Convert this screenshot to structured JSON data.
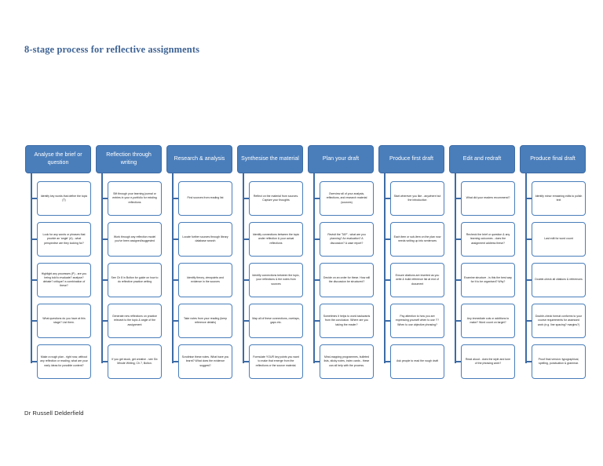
{
  "document": {
    "title": "8-stage process for reflective assignments",
    "author": "Dr Russell Delderfield",
    "title_color": "#3e6394",
    "accent_color": "#4a7ebb",
    "border_color": "#3d6ba5"
  },
  "diagram": {
    "type": "8-column-process-flow",
    "stages": [
      {
        "header": "Analyse the brief or question",
        "items": [
          "Identify key words that define the topic (T)",
          "Look for any words or phrases that provide an 'angle' (A) - what perspective are they looking for?",
          "Highlight any processes (P) - are you being told to evaluate? analyse? debate? critique? a combination of these?",
          "What questions do you have at this stage? List them.",
          "Make a rough plan - right now, without any reflection or reading, what are your early ideas for possible content?"
        ]
      },
      {
        "header": "Reflection through writing",
        "items": [
          "Sift through your learning journal or entries in your e-portfolio for existing reflections",
          "Work through any reflection model you've been assigned/suggested",
          "See Ch 8 in Bolton for guide on how to do reflective practice writing",
          "Generate new reflections on practice relevant to the topic & angle of the assignment",
          "If you get stuck, get creative - see Six Minute Writing, Ch 7, Bolton."
        ]
      },
      {
        "header": "Research & analysis",
        "items": [
          "Find sources from reading list",
          "Locate further sources through library database search",
          "Identify theory, viewpoints and evidence in the sources",
          "Take notes from your reading (keep reference details)",
          "Scrutinise these notes. What have you learnt? What does the evidence suggest?"
        ]
      },
      {
        "header": "Synthesise the material",
        "items": [
          "Reflect on the material from sources. Capture your thoughts",
          "Identify connections between the topic under reflection & your actual reflections",
          "Identify connections between the topic, your reflections & the notes from sources",
          "Map all of these connections, overlaps, gaps etc.",
          "Formulate YOUR key points you want to make that emerge from the reflections or the source material."
        ]
      },
      {
        "header": "Plan your draft",
        "items": [
          "Overview all of your analysis, reflections, and research material (sources)",
          "Revisit the 'TAP' - what are you planning? An evaluation? A discussion? A case report?",
          "Decide on an order for these. How will the discussion be structured?",
          "Sometimes it helps to work backwards from the conclusion. Where are you taking the reader?",
          "Mind-mapping programmes, bulleted lists, sticky notes, index cards - these can all help with the process."
        ]
      },
      {
        "header": "Produce first draft",
        "items": [
          "Start wherever you like - anywhere but the introduction",
          "Each item or sub-item on the plan now needs writing up into sentences",
          "Ensure citations are inserted as you write & build reference list at end of document",
          "Pay attention to how you are expressing yourself when to use 'I'? When to use objective phrasing?",
          "Ask people to read the rough draft"
        ]
      },
      {
        "header": "Edit and redraft",
        "items": [
          "What did your readers recommend?",
          "Recheck the brief or question & any learning outcomes - does the assignment address these?",
          "Examine structure - is this the best way for it to be organised? Why?",
          "Any immediate cuts or additions to make? Word count on target?",
          "Read aloud - does the style and tone of the phrasing work?"
        ]
      },
      {
        "header": "Produce final draft",
        "items": [
          "Identify minor remaining edits to polish text",
          "Last edit for word count",
          "Double-check all citations & references",
          "Double-check format conforms to your course requirements for assessed work (e.g. line spacing? margins?)",
          "Proof final version: typographical, spelling, punctuation & grammar."
        ]
      }
    ]
  }
}
